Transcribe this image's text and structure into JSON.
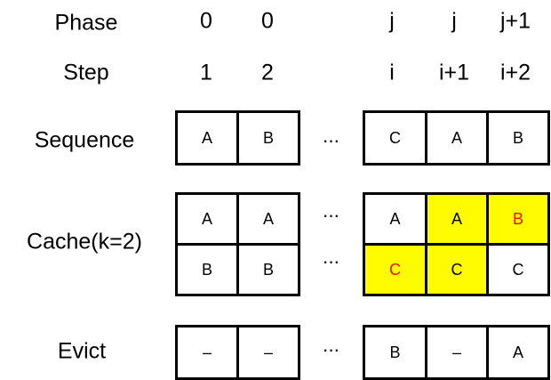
{
  "rows": {
    "phase": "Phase",
    "step": "Step",
    "sequence": "Sequence",
    "cache": "Cache(k=2)",
    "evict": "Evict"
  },
  "phase_values": [
    "0",
    "0",
    "j",
    "j",
    "j+1"
  ],
  "step_values": [
    "1",
    "2",
    "i",
    "i+1",
    "i+2"
  ],
  "ellipsis": "···",
  "sequence_cells": [
    "A",
    "B",
    "C",
    "A",
    "B"
  ],
  "cache_top": [
    {
      "text": "A",
      "highlight": false,
      "text_color": "#000000"
    },
    {
      "text": "A",
      "highlight": false,
      "text_color": "#000000"
    },
    {
      "text": "A",
      "highlight": false,
      "text_color": "#000000"
    },
    {
      "text": "A",
      "highlight": true,
      "text_color": "#000000"
    },
    {
      "text": "B",
      "highlight": true,
      "text_color": "#e8130e"
    }
  ],
  "cache_bottom": [
    {
      "text": "B",
      "highlight": false,
      "text_color": "#000000"
    },
    {
      "text": "B",
      "highlight": false,
      "text_color": "#000000"
    },
    {
      "text": "C",
      "highlight": true,
      "text_color": "#e8130e"
    },
    {
      "text": "C",
      "highlight": true,
      "text_color": "#000000"
    },
    {
      "text": "C",
      "highlight": false,
      "text_color": "#000000"
    }
  ],
  "evict_cells": [
    "–",
    "–",
    "B",
    "–",
    "A"
  ],
  "colors": {
    "highlight": "#fffb00",
    "red_text": "#e8130e",
    "border": "#000000"
  }
}
